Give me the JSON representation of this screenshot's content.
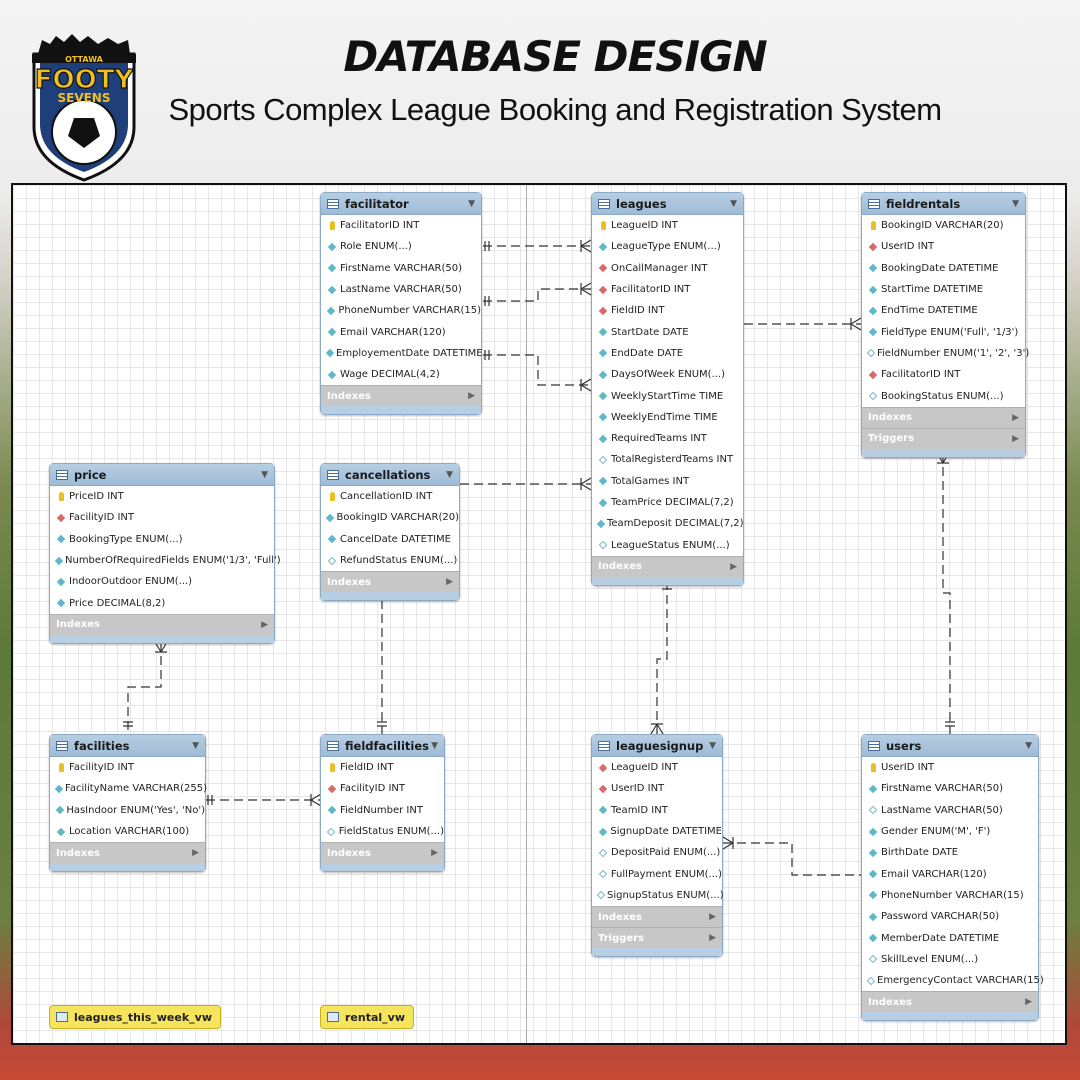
{
  "header": {
    "title": "DATABASE DESIGN",
    "subtitle": "Sports Complex League Booking and Registration System",
    "logo": {
      "top": "OTTAWA",
      "main": "FOOTY",
      "bottom": "SEVENS"
    }
  },
  "footer_labels": {
    "indexes": "Indexes",
    "triggers": "Triggers"
  },
  "tables": {
    "facilitator": {
      "name": "facilitator",
      "columns": [
        {
          "k": "pk",
          "t": "FacilitatorID INT"
        },
        {
          "k": "nn",
          "t": "Role ENUM(...)"
        },
        {
          "k": "nn",
          "t": "FirstName VARCHAR(50)"
        },
        {
          "k": "nn",
          "t": "LastName VARCHAR(50)"
        },
        {
          "k": "nn",
          "t": "PhoneNumber VARCHAR(15)"
        },
        {
          "k": "nn",
          "t": "Email VARCHAR(120)"
        },
        {
          "k": "nn",
          "t": "EmployementDate DATETIME"
        },
        {
          "k": "nn",
          "t": "Wage DECIMAL(4,2)"
        }
      ]
    },
    "leagues": {
      "name": "leagues",
      "columns": [
        {
          "k": "pk",
          "t": "LeagueID INT"
        },
        {
          "k": "nn",
          "t": "LeagueType ENUM(...)"
        },
        {
          "k": "fk",
          "t": "OnCallManager INT"
        },
        {
          "k": "fk",
          "t": "FacilitatorID INT"
        },
        {
          "k": "fk",
          "t": "FieldID INT"
        },
        {
          "k": "nn",
          "t": "StartDate DATE"
        },
        {
          "k": "nn",
          "t": "EndDate DATE"
        },
        {
          "k": "nn",
          "t": "DaysOfWeek ENUM(...)"
        },
        {
          "k": "nn",
          "t": "WeeklyStartTime TIME"
        },
        {
          "k": "nn",
          "t": "WeeklyEndTime TIME"
        },
        {
          "k": "nn",
          "t": "RequiredTeams INT"
        },
        {
          "k": "null",
          "t": "TotalRegisterdTeams INT"
        },
        {
          "k": "nn",
          "t": "TotalGames INT"
        },
        {
          "k": "nn",
          "t": "TeamPrice DECIMAL(7,2)"
        },
        {
          "k": "nn",
          "t": "TeamDeposit DECIMAL(7,2)"
        },
        {
          "k": "null",
          "t": "LeagueStatus ENUM(...)"
        }
      ]
    },
    "fieldrentals": {
      "name": "fieldrentals",
      "columns": [
        {
          "k": "pk",
          "t": "BookingID VARCHAR(20)"
        },
        {
          "k": "fk",
          "t": "UserID INT"
        },
        {
          "k": "nn",
          "t": "BookingDate DATETIME"
        },
        {
          "k": "nn",
          "t": "StartTime DATETIME"
        },
        {
          "k": "nn",
          "t": "EndTime DATETIME"
        },
        {
          "k": "nn",
          "t": "FieldType ENUM('Full', '1/3')"
        },
        {
          "k": "null",
          "t": "FieldNumber ENUM('1', '2', '3')"
        },
        {
          "k": "fk",
          "t": "FacilitatorID INT"
        },
        {
          "k": "null",
          "t": "BookingStatus ENUM(...)"
        }
      ]
    },
    "price": {
      "name": "price",
      "columns": [
        {
          "k": "pk",
          "t": "PriceID INT"
        },
        {
          "k": "fk",
          "t": "FacilityID INT"
        },
        {
          "k": "nn",
          "t": "BookingType ENUM(...)"
        },
        {
          "k": "nn",
          "t": "NumberOfRequiredFields ENUM('1/3', 'Full')"
        },
        {
          "k": "nn",
          "t": "IndoorOutdoor ENUM(...)"
        },
        {
          "k": "nn",
          "t": "Price DECIMAL(8,2)"
        }
      ]
    },
    "cancellations": {
      "name": "cancellations",
      "columns": [
        {
          "k": "pk",
          "t": "CancellationID INT"
        },
        {
          "k": "nn",
          "t": "BookingID VARCHAR(20)"
        },
        {
          "k": "nn",
          "t": "CancelDate DATETIME"
        },
        {
          "k": "null",
          "t": "RefundStatus ENUM(...)"
        }
      ]
    },
    "facilities": {
      "name": "facilities",
      "columns": [
        {
          "k": "pk",
          "t": "FacilityID INT"
        },
        {
          "k": "nn",
          "t": "FacilityName VARCHAR(255)"
        },
        {
          "k": "nn",
          "t": "HasIndoor ENUM('Yes', 'No')"
        },
        {
          "k": "nn",
          "t": "Location VARCHAR(100)"
        }
      ]
    },
    "fieldfacilities": {
      "name": "fieldfacilities",
      "columns": [
        {
          "k": "pk",
          "t": "FieldID INT"
        },
        {
          "k": "fk",
          "t": "FacilityID INT"
        },
        {
          "k": "nn",
          "t": "FieldNumber INT"
        },
        {
          "k": "null",
          "t": "FieldStatus ENUM(...)"
        }
      ]
    },
    "leaguesignup": {
      "name": "leaguesignup",
      "columns": [
        {
          "k": "fk",
          "t": "LeagueID INT"
        },
        {
          "k": "fk",
          "t": "UserID INT"
        },
        {
          "k": "nn",
          "t": "TeamID INT"
        },
        {
          "k": "nn",
          "t": "SignupDate DATETIME"
        },
        {
          "k": "null",
          "t": "DepositPaid ENUM(...)"
        },
        {
          "k": "null",
          "t": "FullPayment ENUM(...)"
        },
        {
          "k": "null",
          "t": "SignupStatus ENUM(...)"
        }
      ]
    },
    "users": {
      "name": "users",
      "columns": [
        {
          "k": "pk",
          "t": "UserID INT"
        },
        {
          "k": "nn",
          "t": "FirstName VARCHAR(50)"
        },
        {
          "k": "null",
          "t": "LastName VARCHAR(50)"
        },
        {
          "k": "nn",
          "t": "Gender ENUM('M', 'F')"
        },
        {
          "k": "nn",
          "t": "BirthDate DATE"
        },
        {
          "k": "nn",
          "t": "Email VARCHAR(120)"
        },
        {
          "k": "nn",
          "t": "PhoneNumber VARCHAR(15)"
        },
        {
          "k": "nn",
          "t": "Password VARCHAR(50)"
        },
        {
          "k": "nn",
          "t": "MemberDate DATETIME"
        },
        {
          "k": "null",
          "t": "SkillLevel ENUM(...)"
        },
        {
          "k": "null",
          "t": "EmergencyContact VARCHAR(15)"
        }
      ]
    }
  },
  "views": {
    "v1": "leagues_this_week_vw",
    "v2": "rental_vw"
  }
}
